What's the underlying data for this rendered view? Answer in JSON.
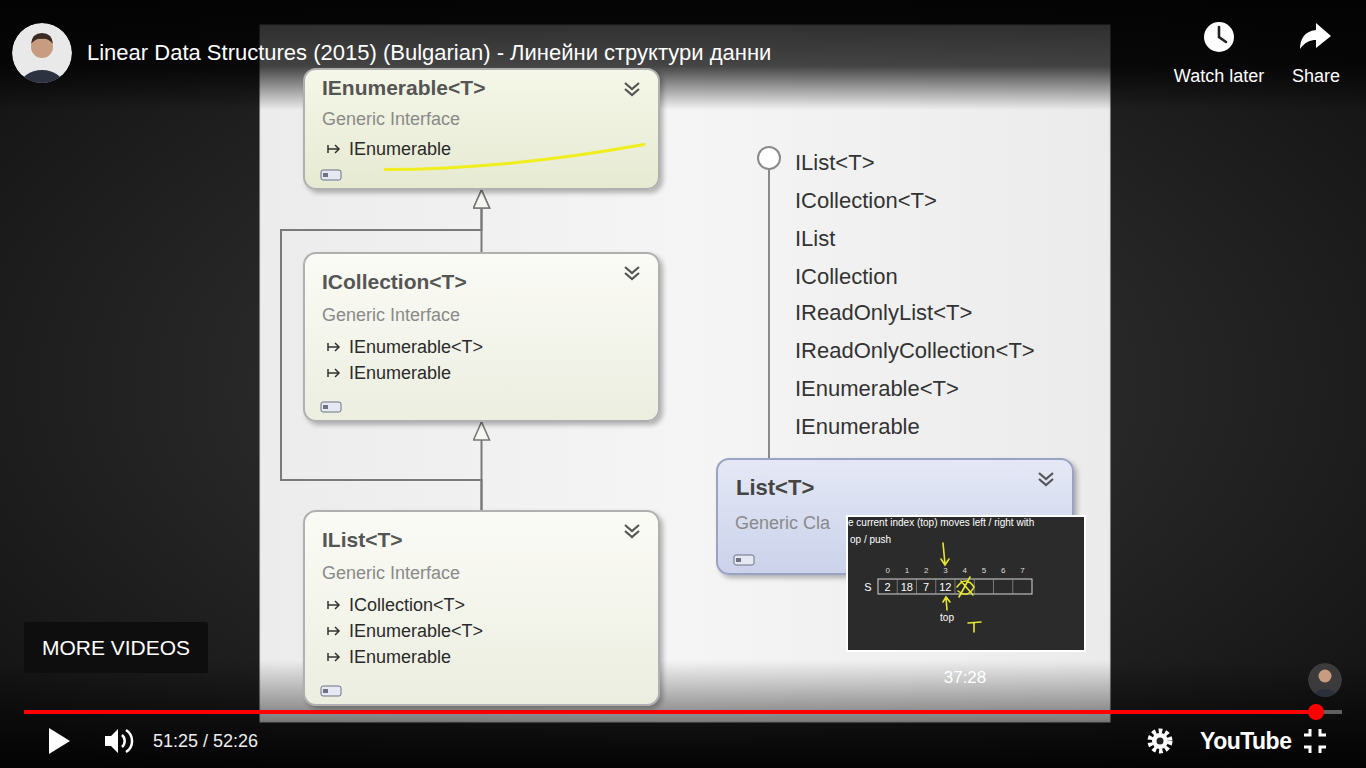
{
  "diagram": {
    "title": "Linear Data Structures (2015) (Bulgarian) - Линейни структури данни",
    "nodes": [
      {
        "text": [
          "IEnumerable<T>",
          "Generic Interface",
          "IEnumerable"
        ]
      },
      {
        "text": [
          "ICollection<T>",
          "Generic Interface",
          "IEnumerable<T>",
          "IEnumerable"
        ]
      },
      {
        "text": [
          "IList<T>",
          "Generic Interface",
          "ICollection<T>",
          "IEnumerable<T>",
          "IEnumerable"
        ]
      },
      {
        "text": [
          "List<T>",
          "Generic Cla"
        ]
      },
      {
        "text": [
          "MORE VIDEOS"
        ]
      }
    ],
    "edges": [
      {
        "from": 1,
        "to": 0,
        "arrow": "to"
      },
      {
        "from": 2,
        "to": 1,
        "arrow": "to"
      },
      {
        "from": 2,
        "to": 0,
        "arrow": "to"
      }
    ],
    "labels": [
      "Watch later",
      "Share",
      "IList<T>",
      "ICollection<T>",
      "IList",
      "ICollection",
      "IReadOnlyList<T>",
      "IReadOnlyCollection<T>",
      "IEnumerable<T>",
      "IEnumerable",
      "e current index (top) moves left / right with",
      "op / push",
      "0",
      "1",
      "2",
      "3",
      "4",
      "5",
      "6",
      "7",
      "S",
      "2",
      "18",
      "7",
      "12",
      "top",
      "37:28",
      "51:25 / 52:26",
      "YouTube"
    ]
  }
}
